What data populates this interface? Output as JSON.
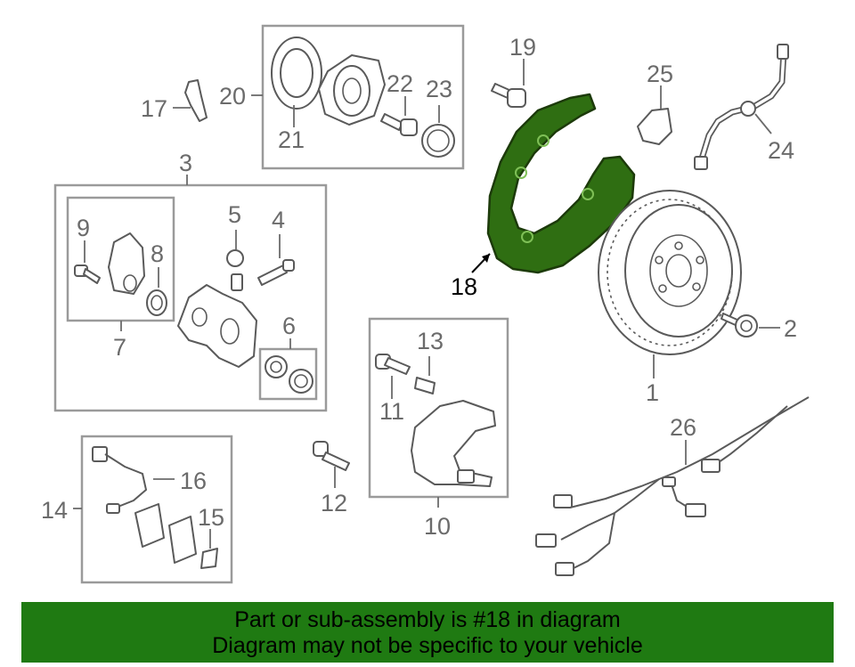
{
  "callouts": {
    "c1": "1",
    "c2": "2",
    "c3": "3",
    "c4": "4",
    "c5": "5",
    "c6": "6",
    "c7": "7",
    "c8": "8",
    "c9": "9",
    "c10": "10",
    "c11": "11",
    "c12": "12",
    "c13": "13",
    "c14": "14",
    "c15": "15",
    "c16": "16",
    "c17": "17",
    "c18": "18",
    "c19": "19",
    "c20": "20",
    "c21": "21",
    "c22": "22",
    "c23": "23",
    "c24": "24",
    "c25": "25",
    "c26": "26"
  },
  "highlight": {
    "color": "#2f6e12",
    "banner_color": "#1f7a12"
  },
  "banner": {
    "line1": "Part or sub-assembly is #18 in diagram",
    "line2": "Diagram may not be specific to your vehicle"
  }
}
